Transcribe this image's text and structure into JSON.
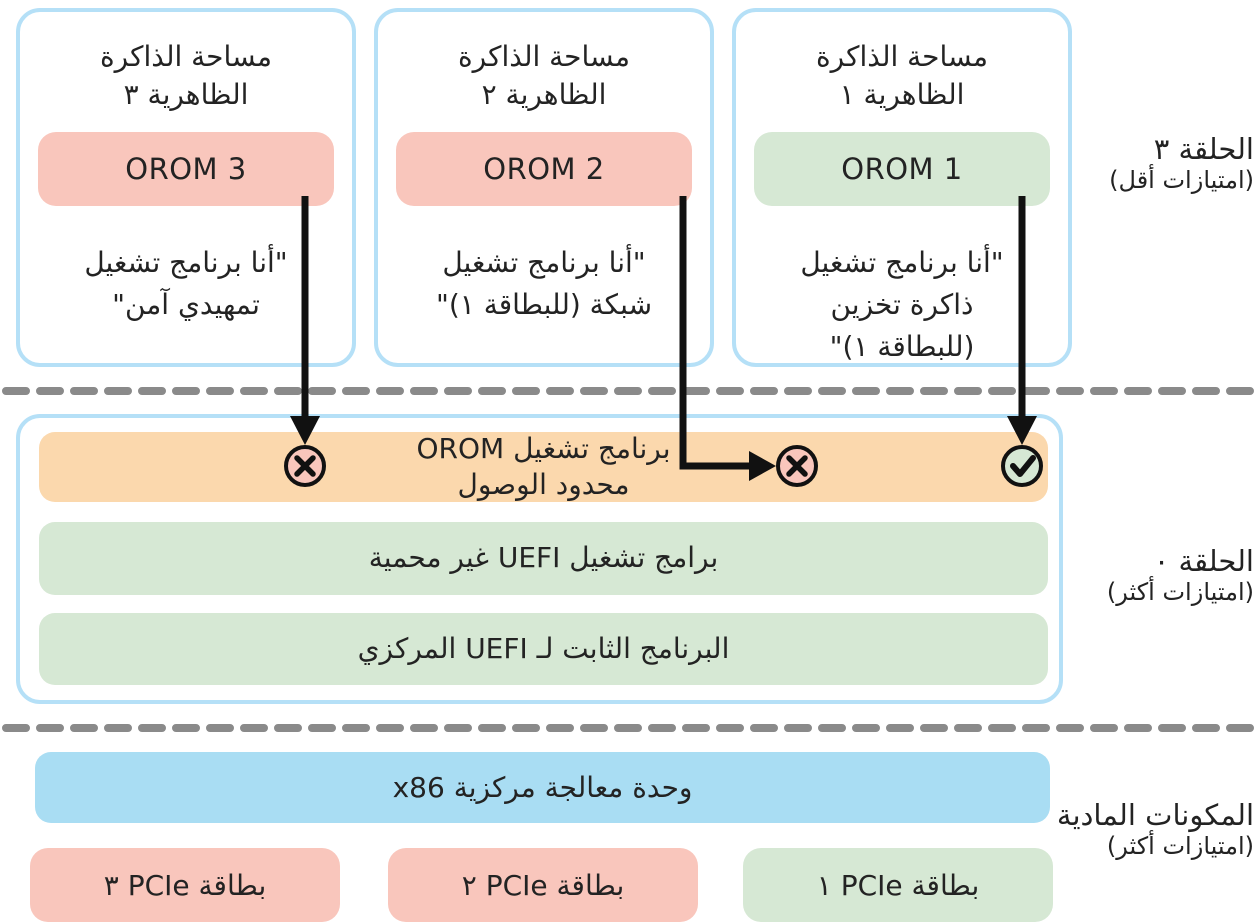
{
  "colors": {
    "box_border_blue": "#b5e0f7",
    "red_fill": "#f9c6bc",
    "green_fill": "#d6e8d4",
    "orange_fill": "#fbd8ad",
    "cpu_blue_fill": "#a9ddf3",
    "dash_gray": "#8a8a8a",
    "arrow_black": "#111111",
    "text": "#232323"
  },
  "top_boxes": [
    {
      "title": "مساحة الذاكرة\nالظاهرية ٣",
      "badge": "OROM 3",
      "badge_color": "red",
      "quote": "\"أنا برنامج تشغيل\nتمهيدي آمن\""
    },
    {
      "title": "مساحة الذاكرة\nالظاهرية ٢",
      "badge": "OROM 2",
      "badge_color": "red",
      "quote": "\"أنا برنامج تشغيل\nشبكة (للبطاقة ١)\""
    },
    {
      "title": "مساحة الذاكرة\nالظاهرية ١",
      "badge": "OROM 1",
      "badge_color": "green",
      "quote": "\"أنا برنامج تشغيل\nذاكرة تخزين\n(للبطاقة ١)\""
    }
  ],
  "ring_labels": [
    {
      "line1": "الحلقة ٣",
      "line2": "(امتيازات أقل)"
    },
    {
      "line1": "الحلقة ٠",
      "line2": "(امتيازات أكثر)"
    },
    {
      "line1": "المكونات المادية",
      "line2": "(امتيازات أكثر)"
    }
  ],
  "middle": {
    "orange_row": "برنامج تشغيل OROM\nمحدود الوصول",
    "green_row1": "برامج تشغيل UEFI غير محمية",
    "green_row2": "البرنامج الثابت لـ UEFI المركزي",
    "icons": [
      {
        "icon": "x-circle-icon",
        "meaning": "blocked",
        "color": "#f9c6bc"
      },
      {
        "icon": "x-circle-icon",
        "meaning": "blocked",
        "color": "#f9c6bc"
      },
      {
        "icon": "check-circle-icon",
        "meaning": "allowed",
        "color": "#d6e8d4"
      }
    ]
  },
  "bottom": {
    "cpu_bar": "وحدة معالجة مركزية x86",
    "cards": [
      {
        "label": "بطاقة PCIe ٣",
        "color": "red"
      },
      {
        "label": "بطاقة PCIe ٢",
        "color": "red"
      },
      {
        "label": "بطاقة PCIe ١",
        "color": "green"
      }
    ]
  }
}
